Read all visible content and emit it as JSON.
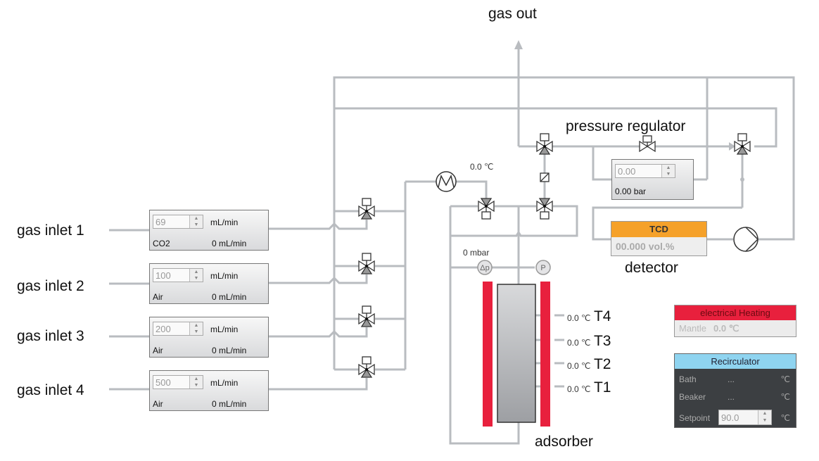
{
  "labels": {
    "gas_out": "gas out",
    "pressure_regulator": "pressure regulator",
    "detector": "detector",
    "adsorber": "adsorber",
    "saturator_temp": "0.0 ℃",
    "dp_reading": "0 mbar",
    "dp_sensor": "Δp",
    "p_sensor": "P"
  },
  "inlets": [
    {
      "label": "gas inlet 1",
      "setpoint": "69",
      "unit": "mL/min",
      "gas": "CO2",
      "flow": "0 mL/min"
    },
    {
      "label": "gas inlet 2",
      "setpoint": "100",
      "unit": "mL/min",
      "gas": "Air",
      "flow": "0 mL/min"
    },
    {
      "label": "gas inlet 3",
      "setpoint": "200",
      "unit": "mL/min",
      "gas": "Air",
      "flow": "0 mL/min"
    },
    {
      "label": "gas inlet 4",
      "setpoint": "500",
      "unit": "mL/min",
      "gas": "Air",
      "flow": "0 mL/min"
    }
  ],
  "pressure_controller": {
    "setpoint": "0.00",
    "reading": "0.00 bar"
  },
  "tcd": {
    "title": "TCD",
    "reading": "00.000 vol.%"
  },
  "temperatures": [
    {
      "name": "T4",
      "value": "0.0 ℃"
    },
    {
      "name": "T3",
      "value": "0.0 ℃"
    },
    {
      "name": "T2",
      "value": "0.0 ℃"
    },
    {
      "name": "T1",
      "value": "0.0 ℃"
    }
  ],
  "heating": {
    "title": "electrical Heating",
    "label": "Mantle",
    "value": "0.0 ℃"
  },
  "recirculator": {
    "title": "Recirculator",
    "rows": [
      {
        "label": "Bath",
        "value": "...",
        "unit": "℃"
      },
      {
        "label": "Beaker",
        "value": "...",
        "unit": "℃"
      },
      {
        "label": "Setpoint",
        "value": "90.0",
        "unit": "℃"
      }
    ]
  },
  "colors": {
    "pipe": "#b9bcc0",
    "heater": "#e8203d",
    "tcd": "#f5a12a",
    "recirc_header": "#8fd4f0"
  }
}
